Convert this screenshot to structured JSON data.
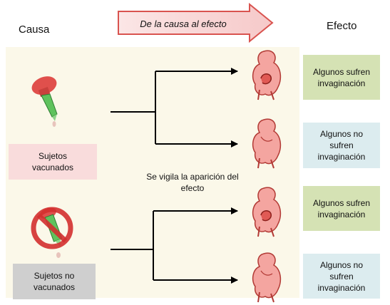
{
  "headers": {
    "cause": "Causa",
    "effect": "Efecto",
    "flow": "De la causa al efecto"
  },
  "groups": {
    "vaccinated": "Sujetos vacunados",
    "not_vaccinated": "Sujetos no vacunados"
  },
  "monitoring": "Se vigila la aparición del efecto",
  "outcomes": {
    "affected": "Algunos sufren invaginación",
    "not_affected": "Algunos no sufren invaginación"
  },
  "icons": [
    "dropper-icon",
    "no-vaccine-icon",
    "intestine-icon",
    "no-symbol-icon"
  ],
  "colors": {
    "vaccinated_box": "#f9dcdc",
    "not_vaccinated_box": "#cfcfcf",
    "affected_box": "#d5e2b4",
    "not_affected_box": "#dcecef",
    "panel": "#fbf8e9",
    "arrow_fill": "#f8d3d3",
    "arrow_stroke": "#d9534f"
  }
}
